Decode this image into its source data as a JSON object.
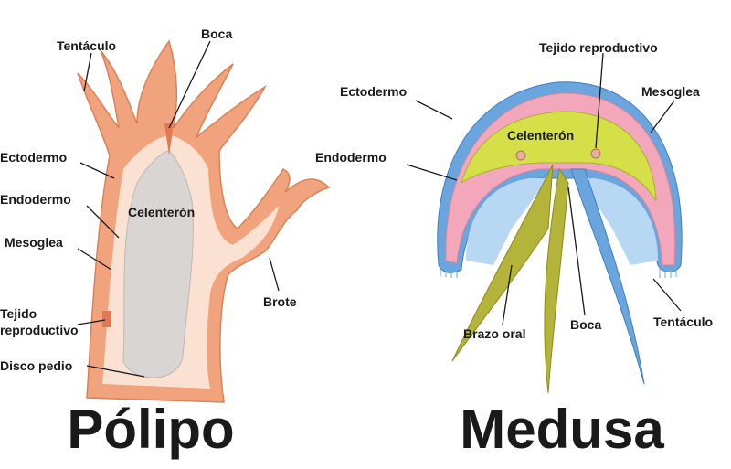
{
  "polyp": {
    "title": "Pólipo",
    "labels": {
      "tentacle": "Tentáculo",
      "mouth": "Boca",
      "ectoderm": "Ectodermo",
      "endoderm": "Endodermo",
      "mesoglea": "Mesoglea",
      "coelenteron": "Celenterón",
      "reproductive_1": "Tejido",
      "reproductive_2": "reproductivo",
      "bud": "Brote",
      "pedal_disc": "Disco pedio"
    }
  },
  "medusa": {
    "title": "Medusa",
    "labels": {
      "ectoderm": "Ectodermo",
      "reproductive": "Tejido reproductivo",
      "mesoglea": "Mesoglea",
      "coelenteron": "Celenterón",
      "endoderm": "Endodermo",
      "oral_arm": "Brazo oral",
      "mouth": "Boca",
      "tentacle": "Tentáculo"
    }
  },
  "colors": {
    "polyp_outer": "#f1a37d",
    "polyp_inner": "#fbe1d2",
    "cavity": "#d8d5d3",
    "medusa_ecto": "#6aa6dd",
    "medusa_meso": "#f2a7bb",
    "medusa_endo": "#d5df48",
    "oral_arm": "#b4b43a"
  }
}
